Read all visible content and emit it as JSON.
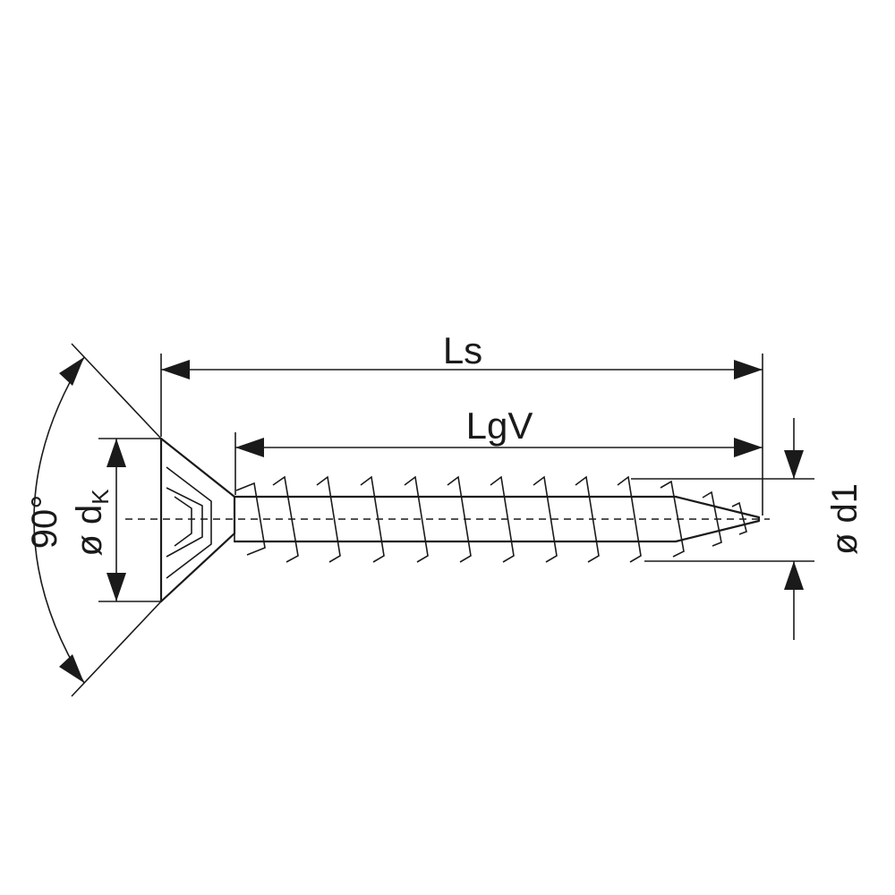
{
  "labels": {
    "ls": "Ls",
    "lgv": "LgV",
    "angle": "90°",
    "dk_prefix": "ø d",
    "dk_sub": "K",
    "d1": "ø d1"
  },
  "colors": {
    "line": "#1a1a1a",
    "background": "#ffffff"
  }
}
